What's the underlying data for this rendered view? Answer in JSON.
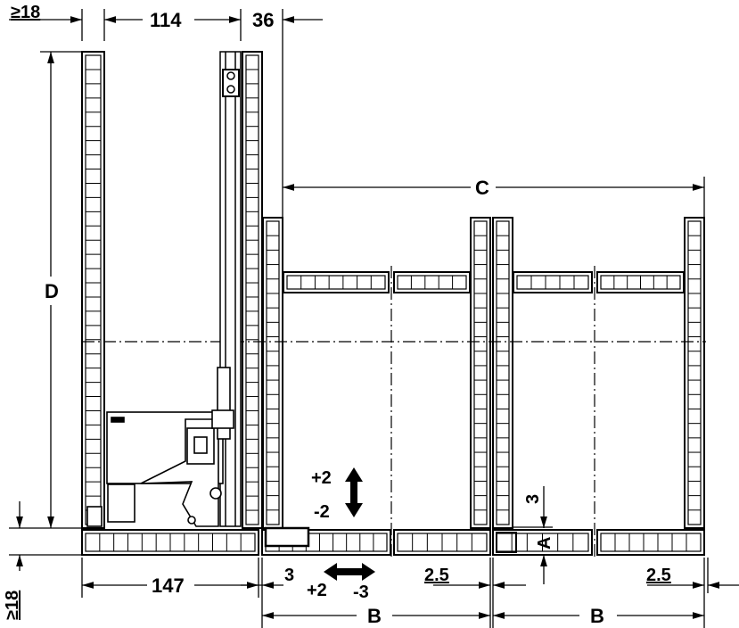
{
  "dimensions": {
    "min_side_left": "≥18",
    "rail_spacing": "114",
    "rail_offset": "36",
    "width_c": "C",
    "depth_d": "D",
    "bottom_width": "147",
    "min_bottom": "≥18",
    "vertical_adjust_plus": "+2",
    "vertical_adjust_minus": "-2",
    "gap_3": "3",
    "side_adjust_plus": "+2",
    "side_adjust_minus": "-3",
    "gap_2_5_a": "2.5",
    "gap_2_5_b": "2.5",
    "width_b1": "B",
    "width_b2": "B",
    "height_a": "A",
    "gap_3_vertical": "3"
  },
  "colors": {
    "line": "#000000",
    "background": "#ffffff"
  }
}
